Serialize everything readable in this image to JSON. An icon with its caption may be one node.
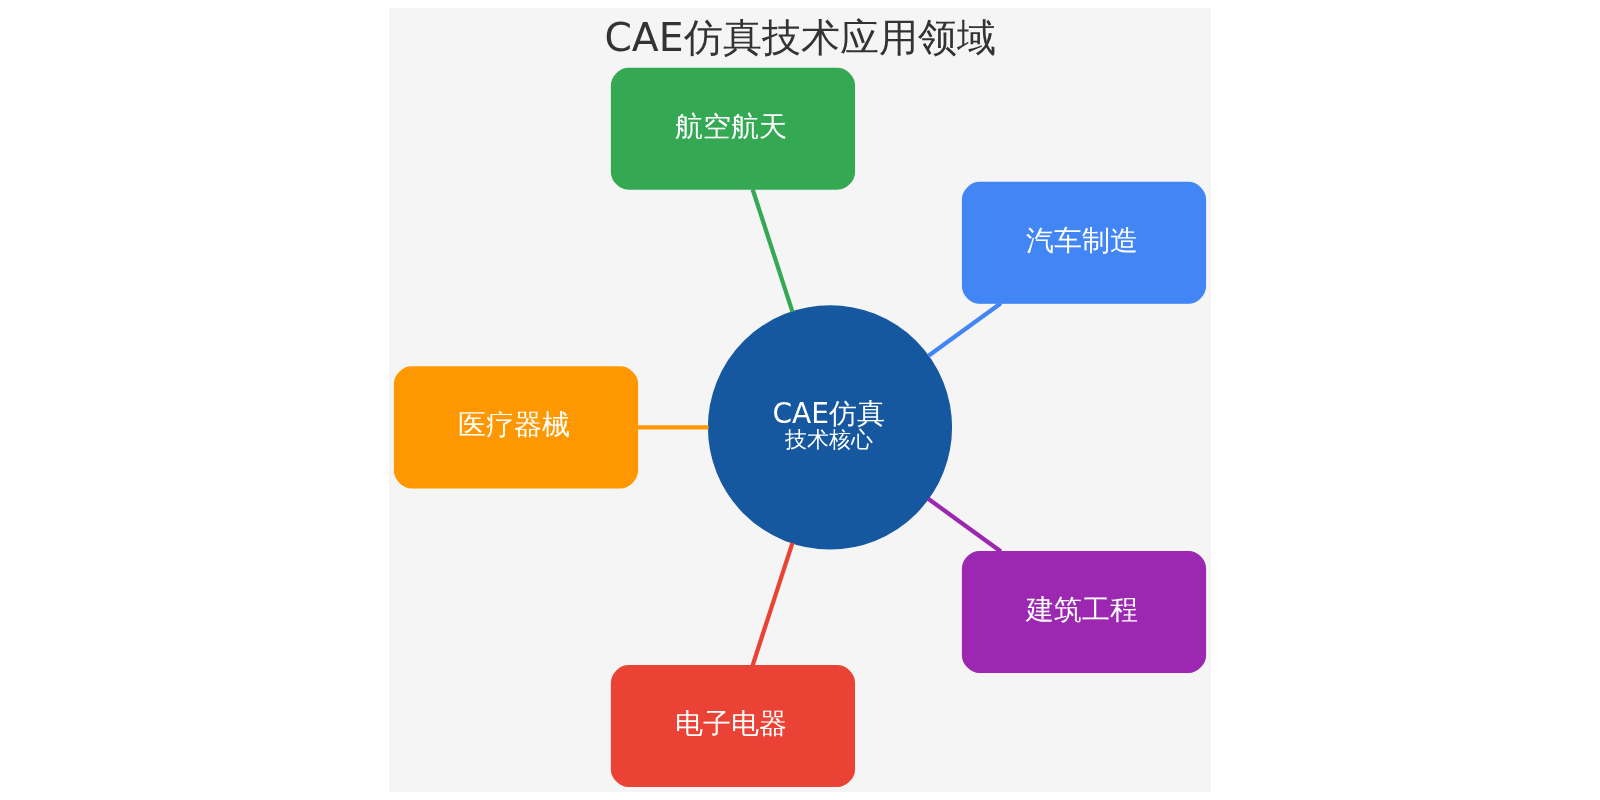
{
  "diagram": {
    "title": "CAE仿真技术应用领域",
    "nodes": [
      {
        "text": [
          "汽车制造"
        ]
      },
      {
        "text": [
          "航空航天"
        ]
      },
      {
        "text": [
          "CAE仿真",
          "技术核心"
        ]
      },
      {
        "text": [
          "医疗器械"
        ]
      },
      {
        "text": [
          "电子电器"
        ]
      },
      {
        "text": [
          "建筑工程"
        ]
      }
    ],
    "edges": [
      {
        "from": 2,
        "to": 0,
        "arrow": "none",
        "color": "#4285f4"
      },
      {
        "from": 2,
        "to": 1,
        "arrow": "none",
        "color": "#34a853"
      },
      {
        "from": 2,
        "to": 3,
        "arrow": "none",
        "color": "#ff9800"
      },
      {
        "from": 2,
        "to": 4,
        "arrow": "none",
        "color": "#ea4335"
      },
      {
        "from": 2,
        "to": 5,
        "arrow": "none",
        "color": "#9c27b0"
      }
    ]
  }
}
